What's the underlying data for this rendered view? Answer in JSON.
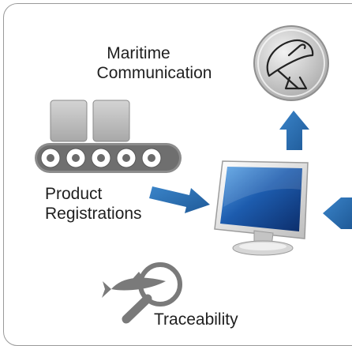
{
  "labels": {
    "maritime_line1": "Maritime",
    "maritime_line2": "Communication",
    "product_line1": "Product",
    "product_line2": "Registrations",
    "traceability": "Traceability"
  },
  "icons": {
    "satellite": "satellite-dish-icon",
    "conveyor": "conveyor-belt-icon",
    "monitor": "computer-monitor-icon",
    "trace": "fish-magnifier-icon"
  },
  "colors": {
    "arrow_blue": "#2a6aa8",
    "frame_border": "#9a9a9a",
    "box_gray": "#b9b9b9",
    "screen_blue": "#1a56a6"
  }
}
